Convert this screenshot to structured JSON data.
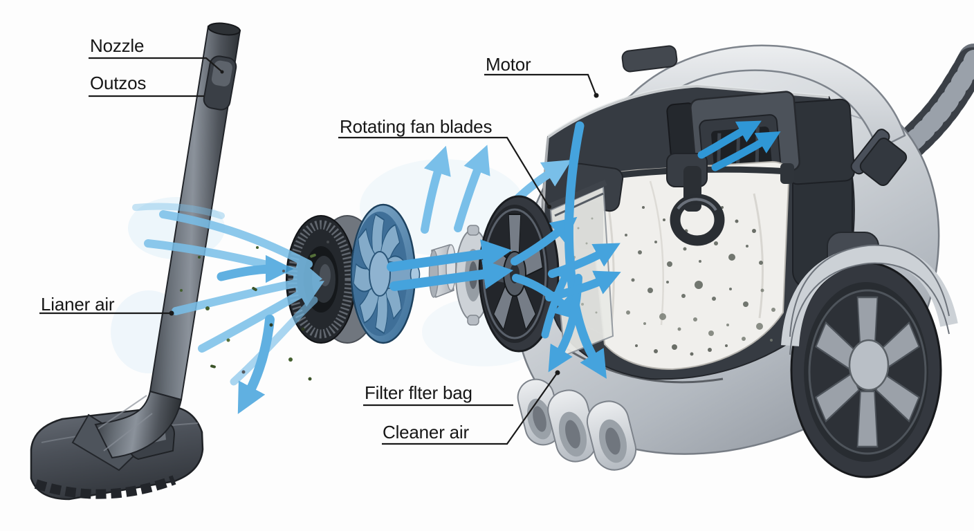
{
  "diagram": {
    "type": "cutaway-illustration",
    "subject": "How a vacuum cleaner works",
    "background_color": "#fdfdfd",
    "labels": {
      "nozzle": "Nozzle",
      "outzos": "Outzos",
      "motor": "Motor",
      "rotating_fan_blades": "Rotating fan blades",
      "lianer_air": "Lianer air",
      "filter_bag": "Filter flter bag",
      "cleaner_air": "Cleaner air"
    },
    "colors": {
      "airflow_light": "#79bfe9",
      "airflow_bold": "#45a3dd",
      "airflow_deep": "#2f97d6",
      "fan_rotor_blue": "#4a7ca6",
      "body_silver": "#d7dbdf",
      "interior_dark": "#363b42",
      "part_dark_gray": "#474c54",
      "dust_bag": "#f0efec",
      "label_text": "#161616",
      "pointer_line": "#1a1a1a"
    }
  }
}
